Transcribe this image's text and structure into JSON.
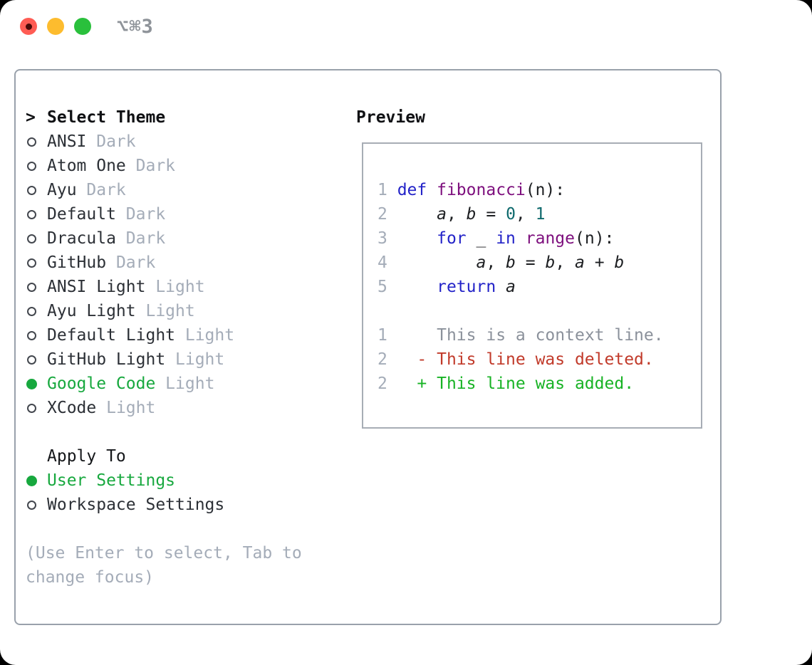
{
  "window": {
    "shortcut": "⌥⌘3"
  },
  "theme_panel": {
    "header": {
      "cursor": ">",
      "label": "Select Theme"
    },
    "themes": [
      {
        "name": "ANSI",
        "variant": "Dark",
        "selected": false
      },
      {
        "name": "Atom One",
        "variant": "Dark",
        "selected": false
      },
      {
        "name": "Ayu",
        "variant": "Dark",
        "selected": false
      },
      {
        "name": "Default",
        "variant": "Dark",
        "selected": false
      },
      {
        "name": "Dracula",
        "variant": "Dark",
        "selected": false
      },
      {
        "name": "GitHub",
        "variant": "Dark",
        "selected": false
      },
      {
        "name": "ANSI Light",
        "variant": "Light",
        "selected": false
      },
      {
        "name": "Ayu Light",
        "variant": "Light",
        "selected": false
      },
      {
        "name": "Default Light",
        "variant": "Light",
        "selected": false
      },
      {
        "name": "GitHub Light",
        "variant": "Light",
        "selected": false
      },
      {
        "name": "Google Code",
        "variant": "Light",
        "selected": true
      },
      {
        "name": "XCode",
        "variant": "Light",
        "selected": false
      }
    ],
    "apply_to": {
      "label": "Apply To",
      "options": [
        {
          "name": "User Settings",
          "selected": true
        },
        {
          "name": "Workspace Settings",
          "selected": false
        }
      ]
    },
    "hint": "(Use Enter to select, Tab to change focus)"
  },
  "preview": {
    "title": "Preview",
    "code_lines": [
      [
        [
          "1 ",
          "ln"
        ],
        [
          "def",
          "kw"
        ],
        [
          " ",
          "pl"
        ],
        [
          "fibonacci",
          "fn"
        ],
        [
          "(n):",
          "pl"
        ]
      ],
      [
        [
          "2 ",
          "ln"
        ],
        [
          "    ",
          "pl"
        ],
        [
          "a",
          "var"
        ],
        [
          ", ",
          "pl"
        ],
        [
          "b",
          "var"
        ],
        [
          " = ",
          "pl"
        ],
        [
          "0",
          "lit"
        ],
        [
          ", ",
          "pl"
        ],
        [
          "1",
          "lit"
        ]
      ],
      [
        [
          "3 ",
          "ln"
        ],
        [
          "    ",
          "pl"
        ],
        [
          "for",
          "kw"
        ],
        [
          " _ ",
          "pl"
        ],
        [
          "in",
          "kw"
        ],
        [
          " ",
          "pl"
        ],
        [
          "range",
          "fn"
        ],
        [
          "(n):",
          "pl"
        ]
      ],
      [
        [
          "4 ",
          "ln"
        ],
        [
          "        ",
          "pl"
        ],
        [
          "a",
          "var"
        ],
        [
          ", ",
          "pl"
        ],
        [
          "b",
          "var"
        ],
        [
          " = ",
          "pl"
        ],
        [
          "b",
          "var"
        ],
        [
          ", ",
          "pl"
        ],
        [
          "a",
          "var"
        ],
        [
          " + ",
          "pl"
        ],
        [
          "b",
          "var"
        ]
      ],
      [
        [
          "5 ",
          "ln"
        ],
        [
          "    ",
          "pl"
        ],
        [
          "return",
          "kw"
        ],
        [
          " ",
          "pl"
        ],
        [
          "a",
          "var"
        ]
      ],
      [],
      [
        [
          "1",
          "ln"
        ],
        [
          "     ",
          "pl"
        ],
        [
          "This is a context line.",
          "ctx"
        ]
      ],
      [
        [
          "2",
          "ln"
        ],
        [
          "   ",
          "pl"
        ],
        [
          "- This line was deleted.",
          "del"
        ]
      ],
      [
        [
          "2",
          "ln"
        ],
        [
          "   ",
          "pl"
        ],
        [
          "+ This line was added.",
          "add"
        ]
      ]
    ]
  },
  "colors": {
    "accent_green": "#17a83e",
    "keyword_blue": "#2323c8",
    "function_purple": "#7d0f7d",
    "literal_teal": "#0f6a6d",
    "diff_red": "#c13a2a",
    "diff_green": "#18b325",
    "muted_gray": "#a4acb8",
    "panel_border": "#99a1ab",
    "traffic_red": "#ff5c54",
    "traffic_yellow": "#fdbc2e",
    "traffic_green": "#2ac03c"
  }
}
